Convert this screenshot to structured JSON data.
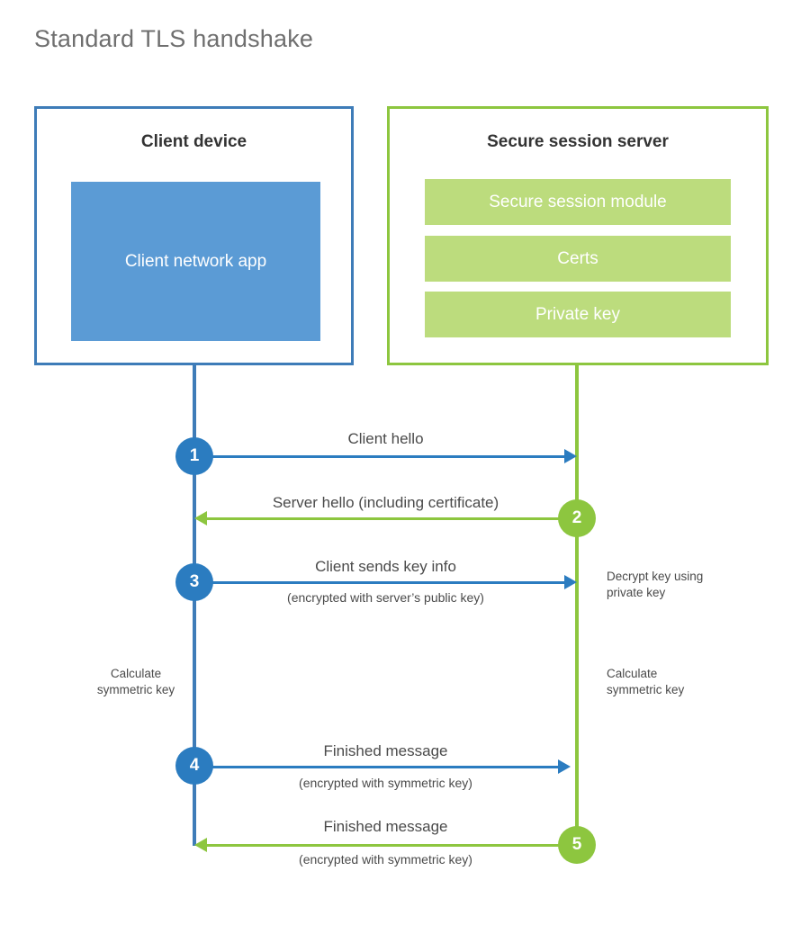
{
  "title": "Standard TLS handshake",
  "participants": {
    "client": {
      "title": "Client device",
      "block": "Client network app",
      "border_color": "#3E7CB8",
      "block_color": "#5B9BD5",
      "lifeline_color": "#3E7CB8"
    },
    "server": {
      "title": "Secure session server",
      "blocks": [
        "Secure session module",
        "Certs",
        "Private key"
      ],
      "border_color": "#8DC63F",
      "block_color": "#BCDC7D",
      "lifeline_color": "#8DC63F"
    }
  },
  "steps": [
    {
      "number": "1",
      "label": "Client hello",
      "sublabel": "",
      "direction": "client-to-server",
      "color": "#2B7CC0"
    },
    {
      "number": "2",
      "label": "Server hello (including certificate)",
      "sublabel": "",
      "direction": "server-to-client",
      "color": "#8DC63F"
    },
    {
      "number": "3",
      "label": "Client sends key info",
      "sublabel": "(encrypted with server’s public key)",
      "direction": "client-to-server",
      "color": "#2B7CC0"
    },
    {
      "number": "4",
      "label": "Finished message",
      "sublabel": "(encrypted with symmetric key)",
      "direction": "client-to-server",
      "color": "#2B7CC0"
    },
    {
      "number": "5",
      "label": "Finished message",
      "sublabel": "(encrypted with symmetric key)",
      "direction": "server-to-client",
      "color": "#8DC63F"
    }
  ],
  "annotations": {
    "server_decrypt": "Decrypt key using\nprivate key",
    "client_calculate": "Calculate\nsymmetric key",
    "server_calculate": "Calculate\nsymmetric key"
  }
}
